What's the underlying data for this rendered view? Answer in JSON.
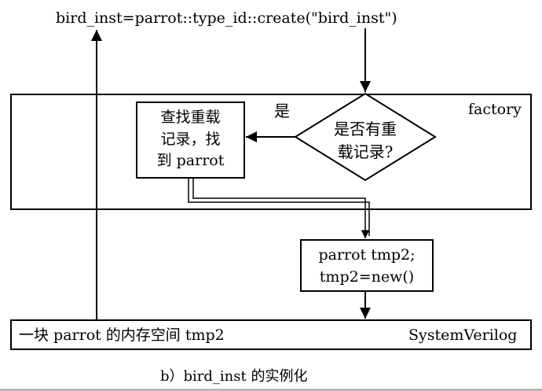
{
  "call_text": "bird_inst=parrot::type_id::create(\"bird_inst\")",
  "factory": {
    "label": "factory",
    "decision_line1": "是否有重",
    "decision_line2": "载记录?",
    "yes_label": "是",
    "lookup_line1": "查找重载",
    "lookup_line2": "记录，找",
    "lookup_line3": "到 parrot"
  },
  "new_box": {
    "line1": "parrot tmp2;",
    "line2": "tmp2=new()"
  },
  "systemverilog": {
    "memory_text": "一块 parrot 的内存空间 tmp2",
    "label": "SystemVerilog"
  },
  "caption": "b）bird_inst 的实例化"
}
